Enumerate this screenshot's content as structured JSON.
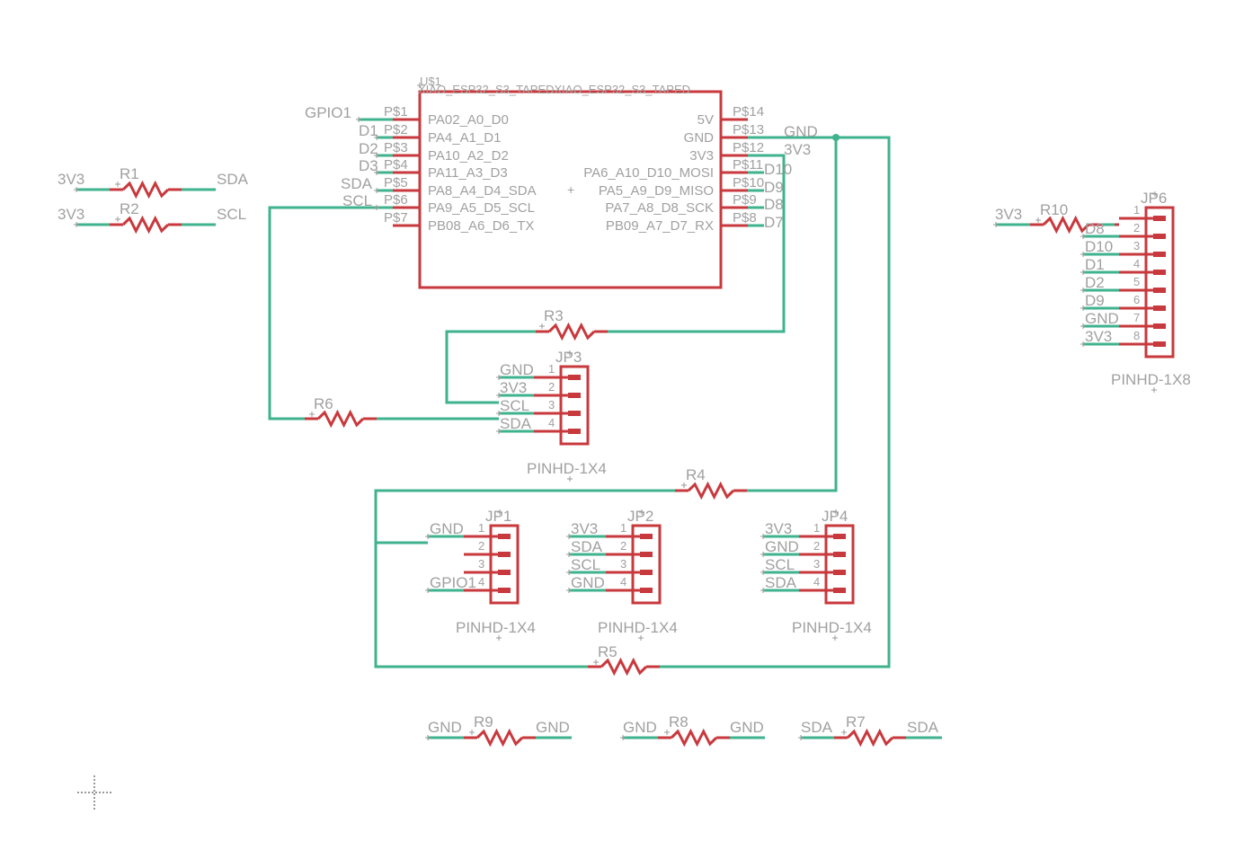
{
  "colors": {
    "wire": "#3fb28e",
    "symbol": "#c8393d",
    "text": "#a0a0a0"
  },
  "u1": {
    "ref": "U$1",
    "value": "XIAO_ESP32_S3_TAPEDXIAO_ESP32_S3_TAPED",
    "left_pins": [
      {
        "pad": "P$1",
        "name": "PA02_A0_D0",
        "net": "GPIO1"
      },
      {
        "pad": "P$2",
        "name": "PA4_A1_D1",
        "net": "D1"
      },
      {
        "pad": "P$3",
        "name": "PA10_A2_D2",
        "net": "D2"
      },
      {
        "pad": "P$4",
        "name": "PA11_A3_D3",
        "net": "D3"
      },
      {
        "pad": "P$5",
        "name": "PA8_A4_D4_SDA",
        "net": "SDA"
      },
      {
        "pad": "P$6",
        "name": "PA9_A5_D5_SCL",
        "net": "SCL"
      },
      {
        "pad": "P$7",
        "name": "PB08_A6_D6_TX",
        "net": ""
      }
    ],
    "right_pins": [
      {
        "pad": "P$14",
        "name": "5V",
        "net": ""
      },
      {
        "pad": "P$13",
        "name": "GND",
        "net": "GND"
      },
      {
        "pad": "P$12",
        "name": "3V3",
        "net": "3V3"
      },
      {
        "pad": "P$11",
        "name": "PA6_A10_D10_MOSI",
        "net": "D10"
      },
      {
        "pad": "P$10",
        "name": "PA5_A9_D9_MISO",
        "net": "D9"
      },
      {
        "pad": "P$9",
        "name": "PA7_A8_D8_SCK",
        "net": "D8"
      },
      {
        "pad": "P$8",
        "name": "PB09_A7_D7_RX",
        "net": "D7"
      }
    ]
  },
  "resistors": [
    {
      "ref": "R1",
      "left": "3V3",
      "right": "SDA"
    },
    {
      "ref": "R2",
      "left": "3V3",
      "right": "SCL"
    },
    {
      "ref": "R3",
      "left": "",
      "right": ""
    },
    {
      "ref": "R4",
      "left": "",
      "right": ""
    },
    {
      "ref": "R5",
      "left": "",
      "right": ""
    },
    {
      "ref": "R6",
      "left": "",
      "right": ""
    },
    {
      "ref": "R7",
      "left": "SDA",
      "right": "SDA"
    },
    {
      "ref": "R8",
      "left": "GND",
      "right": "GND"
    },
    {
      "ref": "R9",
      "left": "GND",
      "right": "GND"
    },
    {
      "ref": "R10",
      "left": "3V3",
      "right": ""
    }
  ],
  "headers": [
    {
      "ref": "JP1",
      "value": "PINHD-1X4",
      "nets": [
        "GND",
        "",
        "",
        "GPIO1"
      ],
      "numbers": [
        "1",
        "2",
        "3",
        "4"
      ]
    },
    {
      "ref": "JP2",
      "value": "PINHD-1X4",
      "nets": [
        "3V3",
        "SDA",
        "SCL",
        "GND"
      ],
      "numbers": [
        "1",
        "2",
        "3",
        "4"
      ]
    },
    {
      "ref": "JP3",
      "value": "PINHD-1X4",
      "nets": [
        "GND",
        "3V3",
        "SCL",
        "SDA"
      ],
      "numbers": [
        "1",
        "2",
        "3",
        "4"
      ]
    },
    {
      "ref": "JP4",
      "value": "PINHD-1X4",
      "nets": [
        "3V3",
        "GND",
        "SCL",
        "SDA"
      ],
      "numbers": [
        "1",
        "2",
        "3",
        "4"
      ]
    },
    {
      "ref": "JP6",
      "value": "PINHD-1X8",
      "nets": [
        "",
        "D8",
        "D10",
        "D1",
        "D2",
        "D9",
        "GND",
        "3V3"
      ],
      "numbers": [
        "1",
        "2",
        "3",
        "4",
        "5",
        "6",
        "7",
        "8"
      ]
    }
  ]
}
